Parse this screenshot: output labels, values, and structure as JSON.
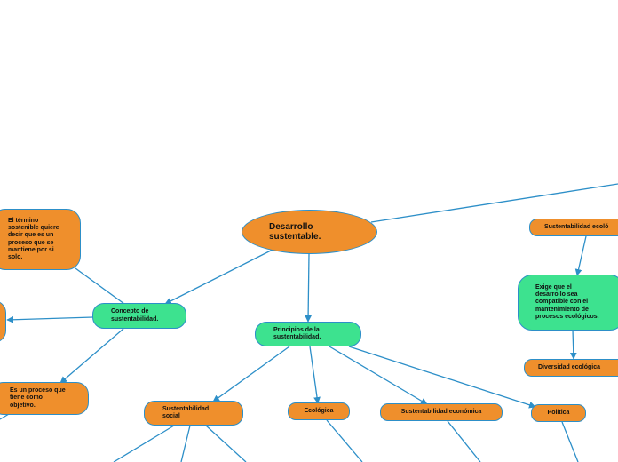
{
  "map": {
    "root": "Desarrollo sustentable.",
    "concepto": "Concepto de sustentabilidad.",
    "principios": "Principios de la sustentabilidad.",
    "termino": "El término sostenible quiere decir que es un proceso que se mantiene por si solo.",
    "proceso": "Es un proceso que tiene como objetivo.",
    "social": "Sustentabilidad social",
    "ecologica": "Ecológica",
    "economica": "Sustentabilidad económica",
    "politica": "Política",
    "sust_ecologica": "Sustentabilidad ecoló",
    "exige": "Exige que el desarrollo sea compatible con el mantenimiento de procesos ecológicos.",
    "diversidad": "Diversidad ecológica"
  },
  "colors": {
    "orange": "#ef8f2c",
    "green": "#3de28f",
    "border": "#2d8fc8",
    "connector": "#2d8fc8"
  }
}
